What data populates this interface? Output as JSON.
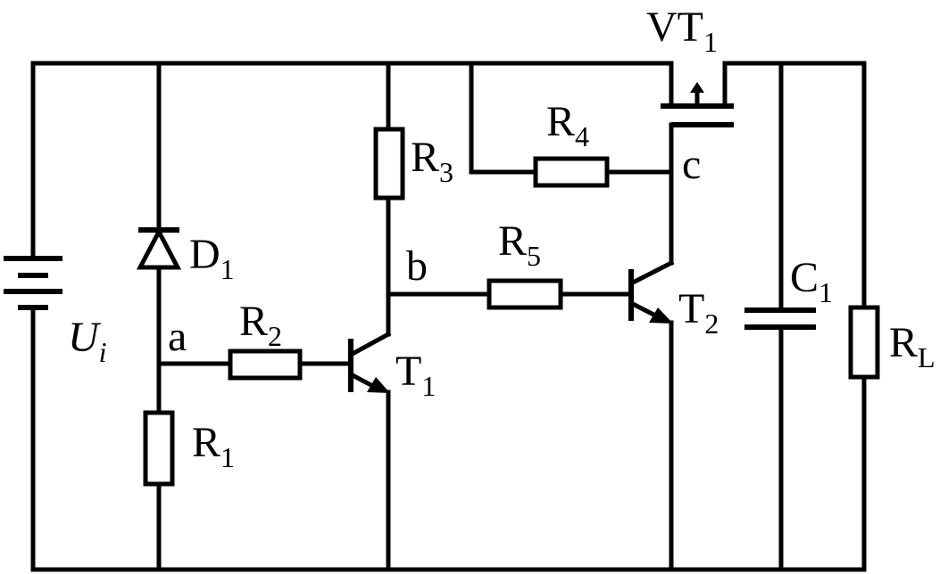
{
  "labels": {
    "source": {
      "main": "U",
      "sub": "i"
    },
    "zener": {
      "main": "D",
      "sub": "1"
    },
    "r1": {
      "main": "R",
      "sub": "1"
    },
    "r2": {
      "main": "R",
      "sub": "2"
    },
    "r3": {
      "main": "R",
      "sub": "3"
    },
    "r4": {
      "main": "R",
      "sub": "4"
    },
    "r5": {
      "main": "R",
      "sub": "5"
    },
    "rl": {
      "main": "R",
      "sub": "L"
    },
    "c1": {
      "main": "C",
      "sub": "1"
    },
    "t1": {
      "main": "T",
      "sub": "1"
    },
    "t2": {
      "main": "T",
      "sub": "2"
    },
    "vt1": {
      "main": "VT",
      "sub": "1"
    },
    "node_a": "a",
    "node_b": "b",
    "node_c": "c"
  }
}
